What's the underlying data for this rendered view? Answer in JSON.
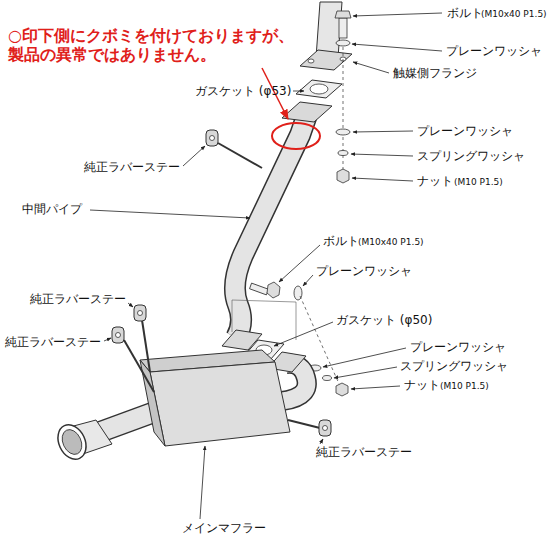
{
  "diagram": {
    "labels": [
      "○印下側にクボミを付けておりますが、 製品の異常ではありません。",
      "ボルト",
      "(M10x40 P1.5)",
      "プレーンワッシャ",
      "触媒側フランジ",
      "ガスケット (φ53)",
      "プレーンワッシャ",
      "スプリングワッシャ",
      "ナット",
      "(M10 P1.5)",
      "純正ラバーステー",
      "中間パイプ",
      "ボルト",
      "(M10x40 P1.5)",
      "プレーンワッシャ",
      "ガスケット (φ50)",
      "プレーンワッシャ",
      "スプリングワッシャ",
      "ナット",
      "(M10 P1.5)",
      "純正ラバーステー",
      "純正ラバーステー",
      "純正ラバーステー",
      "メインマフラー"
    ]
  }
}
